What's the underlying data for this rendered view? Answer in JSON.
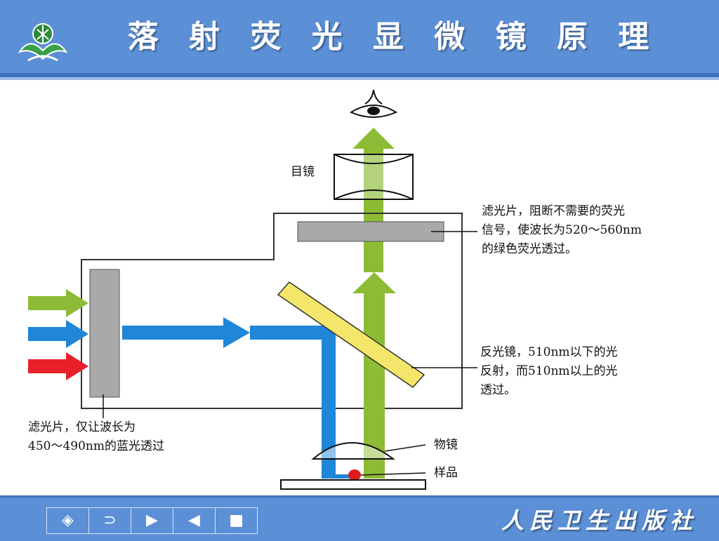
{
  "header": {
    "title": "落 射 荧 光 显 微 镜 原 理",
    "logo_icon": "leaf-emblem-icon"
  },
  "diagram": {
    "labels": {
      "eyepiece": "目镜",
      "emission_filter_line1": "滤光片，阻断不需要的荧光",
      "emission_filter_line2": "信号，使波长为520～560nm",
      "emission_filter_line3": "的绿色荧光透过。",
      "dichroic_line1": "反光镜，510nm以下的光",
      "dichroic_line2": "反射，而510nm以上的光",
      "dichroic_line3": "透过。",
      "excitation_filter_line1": "滤光片，仅让波长为",
      "excitation_filter_line2": "450～490nm的蓝光透过",
      "objective": "物镜",
      "sample": "样品"
    },
    "colors": {
      "green_light": "#8dbb35",
      "blue_light": "#1f86d8",
      "red_light": "#e8202a",
      "filter_gray": "#a9a9a9",
      "mirror_yellow": "#f4e66a",
      "sample_red": "#e01b1b"
    }
  },
  "footer": {
    "nav": [
      {
        "icon": "diamond-icon",
        "glyph": "◈"
      },
      {
        "icon": "return-icon",
        "glyph": "⊃"
      },
      {
        "icon": "play-forward-icon",
        "glyph": "▶"
      },
      {
        "icon": "play-back-icon",
        "glyph": "◀"
      },
      {
        "icon": "stop-icon",
        "glyph": "■"
      }
    ],
    "publisher": "人民卫生出版社"
  }
}
